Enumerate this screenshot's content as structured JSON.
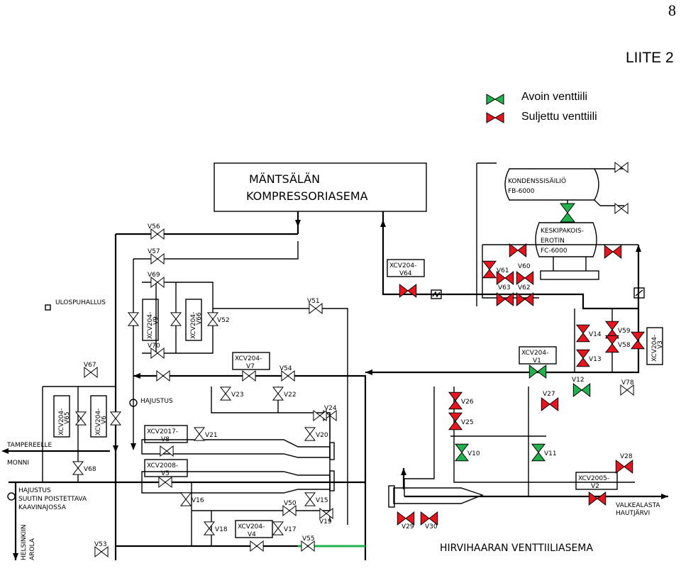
{
  "page_number": "8",
  "appendix": "LIITE 2",
  "legend": [
    {
      "label": "Avoin venttiili",
      "color": "#22b14c"
    },
    {
      "label": "Suljettu venttiili",
      "color": "#e8141e"
    }
  ],
  "station": {
    "title_line1": "MÄNTSÄLÄN",
    "title_line2": "KOMPRESSORIASEMA"
  },
  "tank": {
    "line1": "KONDENSSISÄILIÖ",
    "line2": "FB-6000"
  },
  "separator": {
    "line1": "KESKIPAKOIS-",
    "line2": "EROTIN",
    "line3": "FC-6000"
  },
  "labels": {
    "ulospuhallus": "ULOSPUHALLUS",
    "tampereelle": "TAMPEREELLE",
    "monni": "MONNI",
    "hajustus1": "HAJUSTUS",
    "hajustus2": "HAJUSTUS",
    "suutin1": "SUUTIN POISTETTAVA",
    "suutin2": "KAAVINAJOSSA",
    "helsinkiin": "HELSINKIIN",
    "arola": "AROLA",
    "valkealasta1": "VALKEALASTA",
    "valkealasta2": "HAUTJÄRVI",
    "station_name": "HIRVIHAARAN VENTTIILIASEMA"
  },
  "tag_boxes": [
    {
      "l1": "XCV204-",
      "l2": "V64"
    },
    {
      "l1": "XCV204-",
      "l2": "V9"
    },
    {
      "l1": "XCV204-",
      "l2": "V66"
    },
    {
      "l1": "XCV204-",
      "l2": "V7"
    },
    {
      "l1": "XCV204-",
      "l2": "V65"
    },
    {
      "l1": "XCV204-",
      "l2": "V6"
    },
    {
      "l1": "XCV2017-",
      "l2": "V8"
    },
    {
      "l1": "XCV2008-",
      "l2": "V5"
    },
    {
      "l1": "XCV204-",
      "l2": "V4"
    },
    {
      "l1": "XCV204-",
      "l2": "V1"
    },
    {
      "l1": "XCV204-",
      "l2": "V3"
    },
    {
      "l1": "XCV2005-",
      "l2": "V2"
    }
  ],
  "valves": {
    "V56": "V56",
    "V57": "V57",
    "V69": "V69",
    "V52": "V52",
    "V70": "V70",
    "V51": "V51",
    "V67": "V67",
    "V54": "V54",
    "V23": "V23",
    "V22": "V22",
    "V24": "V24",
    "V20": "V20",
    "V21": "V21",
    "V68": "V68",
    "V16": "V16",
    "V15": "V15",
    "V50": "V50",
    "V19": "V19",
    "V18": "V18",
    "V17": "V17",
    "V55": "V55",
    "V53": "V53",
    "V61": "V61",
    "V60": "V60",
    "V63": "V63",
    "V62": "V62",
    "V14": "V14",
    "V13": "V13",
    "V59": "V59",
    "V58": "V58",
    "V12": "V12",
    "V78": "V78",
    "V26": "V26",
    "V27": "V27",
    "V25": "V25",
    "V10": "V10",
    "V11": "V11",
    "V28": "V28",
    "V29": "V29",
    "V30": "V30"
  }
}
